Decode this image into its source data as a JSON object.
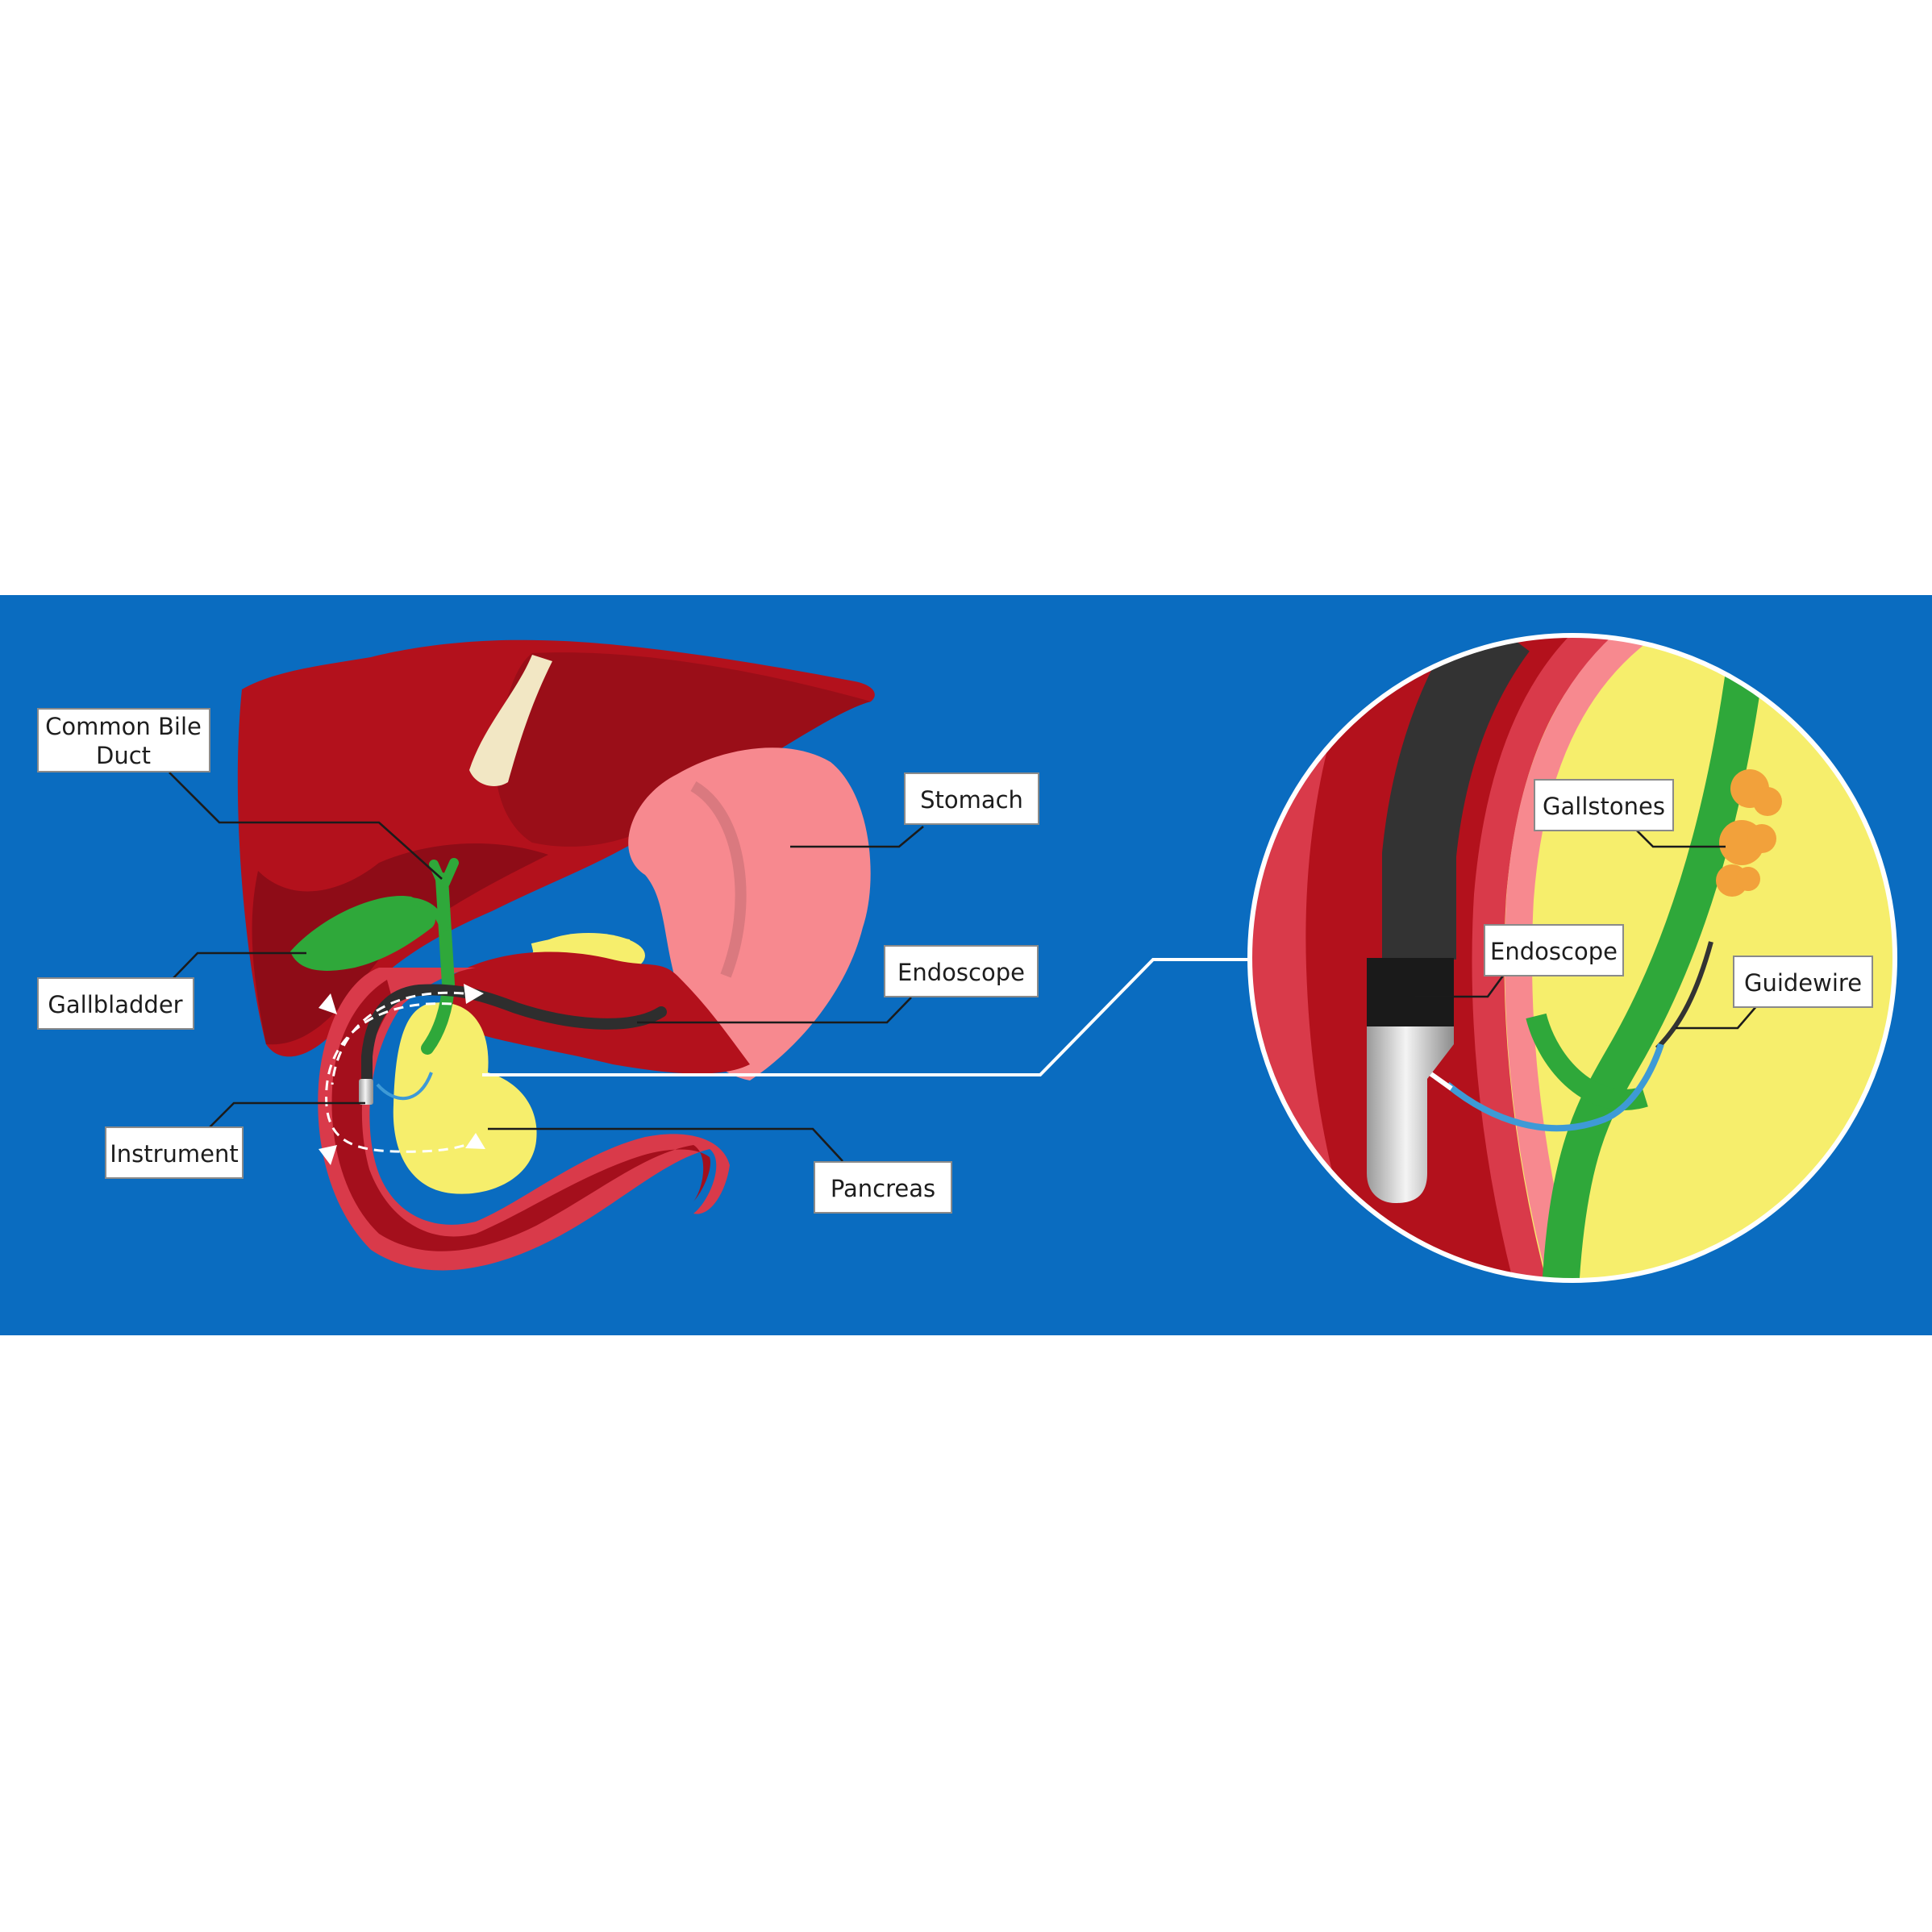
{
  "labels": {
    "common_bile_duct": {
      "line1": "Common Bile",
      "line2": "Duct"
    },
    "gallbladder": "Gallbladder",
    "instrument": "Instrument",
    "stomach": "Stomach",
    "endoscope_main": "Endoscope",
    "pancreas": "Pancreas",
    "gallstones": "Gallstones",
    "endoscope_zoom": "Endoscope",
    "guidewire": "Guidewire"
  },
  "colors": {
    "background_band": "#0a6cc0",
    "liver": "#b3111c",
    "liver_dark": "#8e0c17",
    "stomach": "#f7898f",
    "duodenum_wall": "#d93a4a",
    "pancreas": "#f6ee6c",
    "bile_duct": "#2fa83a",
    "endoscope": "#2e2e2e",
    "guidewire": "#3e9ad6",
    "gallstones": "#f2a13b"
  }
}
